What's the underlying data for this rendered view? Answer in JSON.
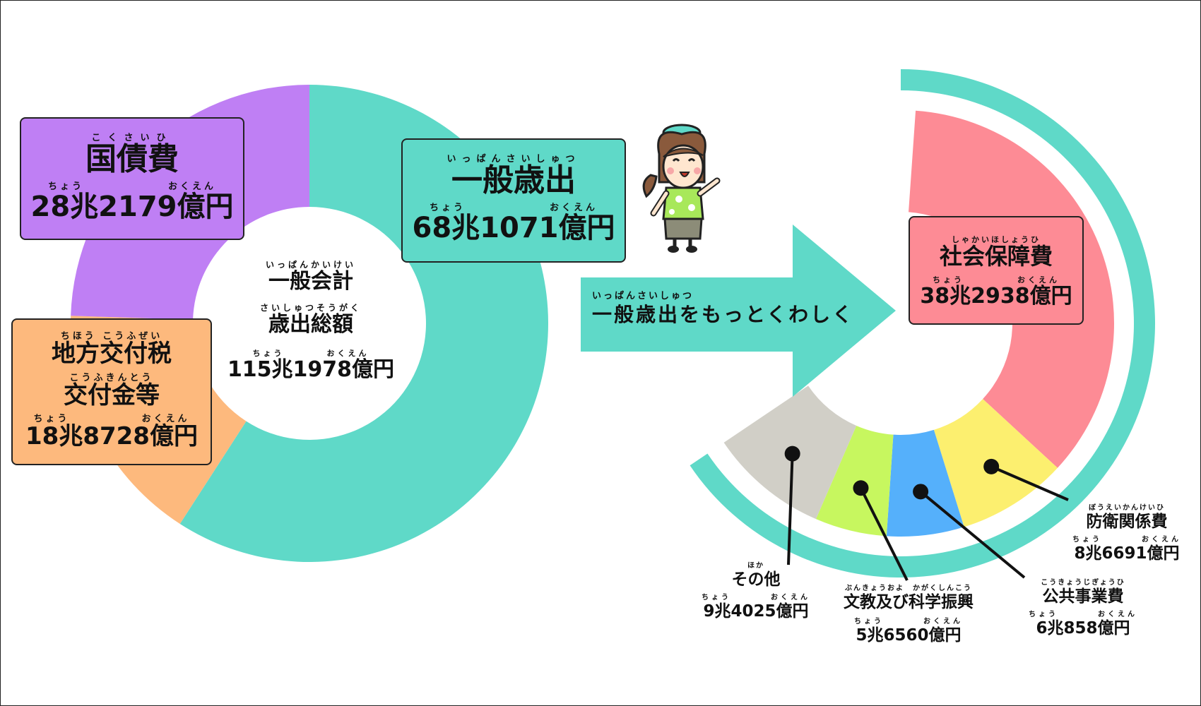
{
  "colors": {
    "general_expenditure": "#5fd9c8",
    "debt_service": "#bf7ff4",
    "local_allocation": "#fdb97d",
    "social_security": "#fd8b95",
    "defense": "#fcef6f",
    "public_works": "#55b0fb",
    "education_science": "#c7f75f",
    "other": "#d1cfc7"
  },
  "chart_data": [
    {
      "type": "pie",
      "title": "一般会計 歳出総額",
      "total_label": "115兆1978億円",
      "unit": "億円",
      "slices": [
        {
          "name": "一般歳出",
          "value": 681071,
          "label": "68兆1071億円"
        },
        {
          "name": "地方交付税交付金等",
          "value": 188728,
          "label": "18兆8728億円"
        },
        {
          "name": "国債費",
          "value": 282179,
          "label": "28兆2179億円"
        }
      ]
    },
    {
      "type": "pie",
      "title": "一般歳出",
      "unit": "億円",
      "slices": [
        {
          "name": "社会保障費",
          "value": 382938,
          "label": "38兆2938億円"
        },
        {
          "name": "防衛関係費",
          "value": 86691,
          "label": "8兆6691億円"
        },
        {
          "name": "公共事業費",
          "value": 60858,
          "label": "6兆858億円"
        },
        {
          "name": "文教及び科学振興",
          "value": 56560,
          "label": "5兆6560億円"
        },
        {
          "name": "その他",
          "value": 94025,
          "label": "9兆4025億円"
        }
      ]
    }
  ],
  "left": {
    "center": {
      "ruby1": "いっぱんかいけい",
      "title1": "一般会計",
      "ruby2": "さいしゅつそうがく",
      "title2": "歳出総額",
      "ruby3": "ちょう　　　　おくえん",
      "amount": "115兆1978億円"
    },
    "general": {
      "ruby": "いっぱんさいしゅつ",
      "name": "一般歳出",
      "ruby_amt": "ちょう　　　　　　　おくえん",
      "amount": "68兆1071億円"
    },
    "debt": {
      "ruby": "こくさいひ",
      "name": "国債費",
      "ruby_amt": "ちょう　　　　　　　おくえん",
      "amount": "28兆2179億円"
    },
    "local": {
      "ruby1": "ちほう こうふぜい",
      "name1": "地方交付税",
      "ruby2": "こうふきんとう",
      "name2": "交付金等",
      "ruby_amt": "ちょう　　　　　　おくえん",
      "amount": "18兆8728億円"
    }
  },
  "arrow": {
    "ruby": "いっぱんさいしゅつ",
    "label": "一般歳出をもっとくわしく"
  },
  "right": {
    "social": {
      "ruby": "しゃかいほしょうひ",
      "name": "社会保障費",
      "ruby_amt": "ちょう　　　　　おくえん",
      "amount": "38兆2938億円"
    },
    "defense": {
      "ruby": "ぼうえいかんけいひ",
      "name": "防衛関係費",
      "ruby_amt": "ちょう　　　　おくえん",
      "amount": "8兆6691億円"
    },
    "public": {
      "ruby": "こうきょうじぎょうひ",
      "name": "公共事業費",
      "ruby_amt": "ちょう　　　　おくえん",
      "amount": "6兆858億円"
    },
    "education": {
      "ruby": "ぶんきょうおよ　かがくしんこう",
      "name": "文教及び科学振興",
      "ruby_amt": "ちょう　　　　おくえん",
      "amount": "5兆6560億円"
    },
    "other": {
      "ruby": "ほか",
      "name": "その他",
      "ruby_amt": "ちょう　　　　おくえん",
      "amount": "9兆4025億円"
    }
  }
}
